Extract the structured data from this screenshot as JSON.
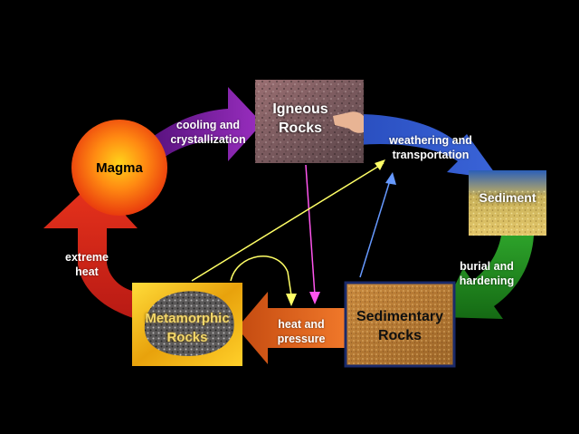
{
  "nodes": {
    "magma": "Magma",
    "igneous": "Igneous\nRocks",
    "sediment": "Sediment",
    "sedimentary": "Sedimentary\nRocks",
    "metamorphic": "Metamorphic\nRocks"
  },
  "processes": {
    "cooling": "cooling and\ncrystallization",
    "weathering": "weathering and\ntransportation",
    "burial": "burial and\nhardening",
    "heat_pressure": "heat and\npressure",
    "extreme_heat": "extreme\nheat"
  },
  "colors": {
    "background": "#000000",
    "magma": "#e83a10",
    "cooling_arrow": "#8a22a8",
    "weathering_arrow": "#2f56c6",
    "burial_arrow": "#1f8a1c",
    "heat_pressure_arrow": "#e0601a",
    "extreme_heat_arrow": "#d4281c",
    "yellow_link": "#ffff66",
    "magenta_link": "#ff55ee",
    "blue_link": "#6699ff"
  }
}
